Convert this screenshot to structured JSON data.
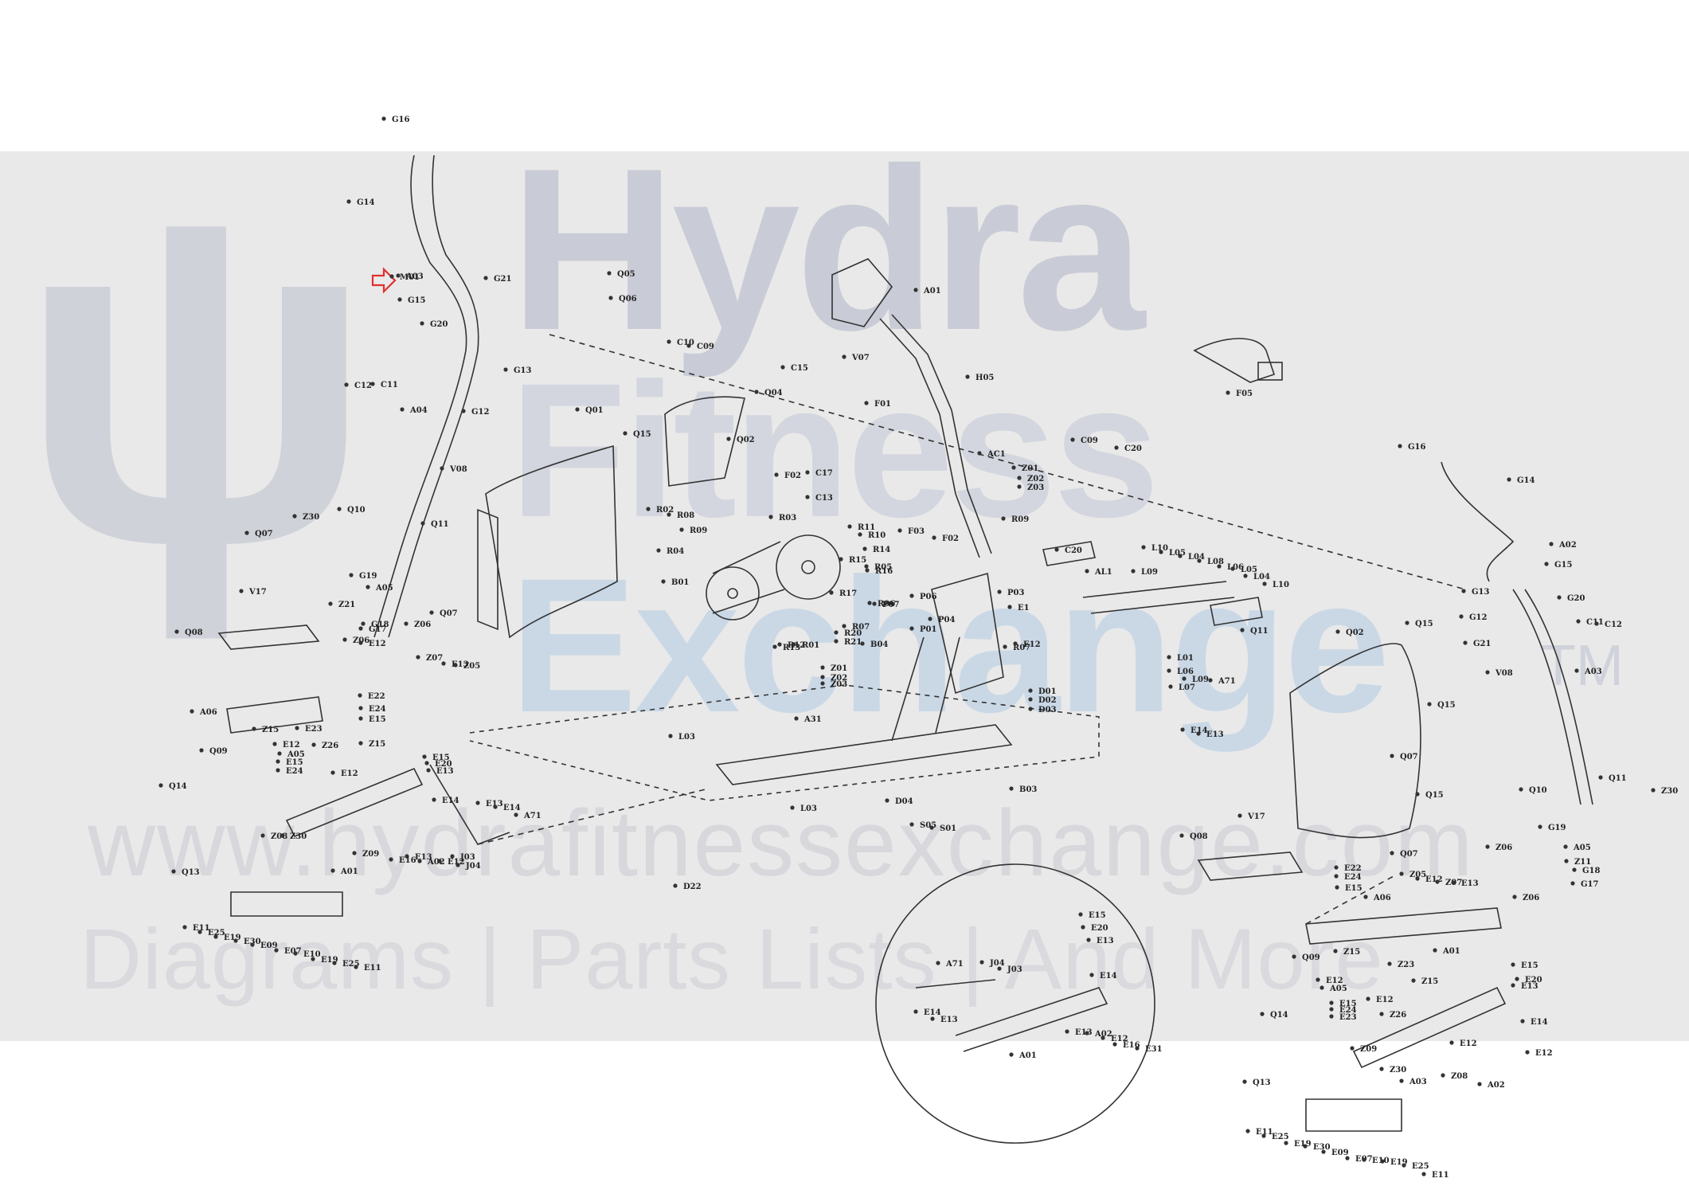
{
  "watermark": {
    "brand_top": "Hydra",
    "brand_middle": "Fitness",
    "brand_bottom": "Exchange",
    "trademark": "TM",
    "url": "www.hydrafitnessexchange.com",
    "tagline": "Diagrams | Parts Lists | And More",
    "logo_glyph": "ψ"
  },
  "diagram": {
    "highlight_arrow_color": "#e03030",
    "labels": [
      {
        "id": "p01",
        "text": "G16"
      },
      {
        "id": "p02",
        "text": "G14"
      },
      {
        "id": "p03",
        "text": "A03"
      },
      {
        "id": "p04",
        "text": "G15"
      },
      {
        "id": "p05",
        "text": "G21"
      },
      {
        "id": "p06",
        "text": "Q05"
      },
      {
        "id": "p07",
        "text": "Q06"
      },
      {
        "id": "p08",
        "text": "G20"
      },
      {
        "id": "p09",
        "text": "C10"
      },
      {
        "id": "p10",
        "text": "C09"
      },
      {
        "id": "p11",
        "text": "G13"
      },
      {
        "id": "p12",
        "text": "G12"
      },
      {
        "id": "p13",
        "text": "C11"
      },
      {
        "id": "p14",
        "text": "C12"
      },
      {
        "id": "p15",
        "text": "A04"
      },
      {
        "id": "p16",
        "text": "Q01"
      },
      {
        "id": "p17",
        "text": "Q15"
      },
      {
        "id": "p18",
        "text": "Q04"
      },
      {
        "id": "p19",
        "text": "Q02"
      },
      {
        "id": "p20",
        "text": "V08"
      },
      {
        "id": "p21",
        "text": "A01"
      },
      {
        "id": "p22",
        "text": "V07"
      },
      {
        "id": "p23",
        "text": "H05"
      },
      {
        "id": "p24",
        "text": "C15"
      },
      {
        "id": "p25",
        "text": "F01"
      },
      {
        "id": "p26",
        "text": "C17"
      },
      {
        "id": "p27",
        "text": "C13"
      },
      {
        "id": "p28",
        "text": "F02"
      },
      {
        "id": "p29",
        "text": "AC1"
      },
      {
        "id": "p30",
        "text": "C09"
      },
      {
        "id": "p31",
        "text": "C20"
      },
      {
        "id": "p32",
        "text": "Z01"
      },
      {
        "id": "p33",
        "text": "Z02"
      },
      {
        "id": "p34",
        "text": "Z03"
      },
      {
        "id": "p35",
        "text": "F05"
      },
      {
        "id": "p36",
        "text": "G16"
      },
      {
        "id": "p37",
        "text": "G14"
      },
      {
        "id": "p38",
        "text": "A02"
      },
      {
        "id": "p39",
        "text": "G15"
      },
      {
        "id": "p40",
        "text": "G20"
      },
      {
        "id": "p41",
        "text": "G13"
      },
      {
        "id": "p42",
        "text": "G12"
      },
      {
        "id": "p43",
        "text": "C11"
      },
      {
        "id": "p44",
        "text": "C12"
      },
      {
        "id": "p45",
        "text": "Q15"
      },
      {
        "id": "p46",
        "text": "G21"
      },
      {
        "id": "p47",
        "text": "V08"
      },
      {
        "id": "p48",
        "text": "A03"
      },
      {
        "id": "p49",
        "text": "Q02"
      },
      {
        "id": "p50",
        "text": "Q15"
      },
      {
        "id": "p51",
        "text": "Q07"
      },
      {
        "id": "p52",
        "text": "Q15"
      },
      {
        "id": "p53",
        "text": "Q10"
      },
      {
        "id": "p54",
        "text": "Q11"
      },
      {
        "id": "p55",
        "text": "Z30"
      },
      {
        "id": "p56",
        "text": "Z06"
      },
      {
        "id": "p57",
        "text": "G19"
      },
      {
        "id": "p58",
        "text": "A05"
      },
      {
        "id": "p59",
        "text": "Z11"
      },
      {
        "id": "p60",
        "text": "G18"
      },
      {
        "id": "p61",
        "text": "G17"
      },
      {
        "id": "p62",
        "text": "V17"
      },
      {
        "id": "p63",
        "text": "Q08"
      },
      {
        "id": "p64",
        "text": "Q07"
      },
      {
        "id": "p65",
        "text": "Z30"
      },
      {
        "id": "p66",
        "text": "Q10"
      },
      {
        "id": "p67",
        "text": "Q11"
      },
      {
        "id": "p68",
        "text": "Q07"
      },
      {
        "id": "p69",
        "text": "G19"
      },
      {
        "id": "p70",
        "text": "A05"
      },
      {
        "id": "p71",
        "text": "Z21"
      },
      {
        "id": "p72",
        "text": "G18"
      },
      {
        "id": "p73",
        "text": "G17"
      },
      {
        "id": "p74",
        "text": "Z06"
      },
      {
        "id": "p75",
        "text": "Q07"
      },
      {
        "id": "p76",
        "text": "V17"
      },
      {
        "id": "p77",
        "text": "Q08"
      },
      {
        "id": "p78",
        "text": "Z06"
      },
      {
        "id": "p79",
        "text": "E12"
      },
      {
        "id": "p80",
        "text": "Z07"
      },
      {
        "id": "p81",
        "text": "E13"
      },
      {
        "id": "p82",
        "text": "Z05"
      },
      {
        "id": "p83",
        "text": "E22"
      },
      {
        "id": "p84",
        "text": "E24"
      },
      {
        "id": "p85",
        "text": "E15"
      },
      {
        "id": "p86",
        "text": "A06"
      },
      {
        "id": "p87",
        "text": "Q09"
      },
      {
        "id": "p88",
        "text": "Z15"
      },
      {
        "id": "p89",
        "text": "E12"
      },
      {
        "id": "p90",
        "text": "A05"
      },
      {
        "id": "p91",
        "text": "E15"
      },
      {
        "id": "p92",
        "text": "E24"
      },
      {
        "id": "p93",
        "text": "E23"
      },
      {
        "id": "p94",
        "text": "Z26"
      },
      {
        "id": "p95",
        "text": "E12"
      },
      {
        "id": "p96",
        "text": "Z15"
      },
      {
        "id": "p97",
        "text": "Q14"
      },
      {
        "id": "p98",
        "text": "Q13"
      },
      {
        "id": "p99",
        "text": "Z08"
      },
      {
        "id": "p100",
        "text": "Z30"
      },
      {
        "id": "p101",
        "text": "E15"
      },
      {
        "id": "p102",
        "text": "E20"
      },
      {
        "id": "p103",
        "text": "E13"
      },
      {
        "id": "p104",
        "text": "E14"
      },
      {
        "id": "p105",
        "text": "A01"
      },
      {
        "id": "p106",
        "text": "E13"
      },
      {
        "id": "p107",
        "text": "E14"
      },
      {
        "id": "p108",
        "text": "A71"
      },
      {
        "id": "p109",
        "text": "J04"
      },
      {
        "id": "p110",
        "text": "J03"
      },
      {
        "id": "p111",
        "text": "E12"
      },
      {
        "id": "p112",
        "text": "A02"
      },
      {
        "id": "p113",
        "text": "E13"
      },
      {
        "id": "p114",
        "text": "E16"
      },
      {
        "id": "p115",
        "text": "Z09"
      },
      {
        "id": "p116",
        "text": "E11"
      },
      {
        "id": "p117",
        "text": "E25"
      },
      {
        "id": "p118",
        "text": "E19"
      },
      {
        "id": "p119",
        "text": "E30"
      },
      {
        "id": "p120",
        "text": "E09"
      },
      {
        "id": "p121",
        "text": "E07"
      },
      {
        "id": "p122",
        "text": "E10"
      },
      {
        "id": "p123",
        "text": "E19"
      },
      {
        "id": "p124",
        "text": "E25"
      },
      {
        "id": "p125",
        "text": "E11"
      },
      {
        "id": "p126",
        "text": "R03"
      },
      {
        "id": "p127",
        "text": "R02"
      },
      {
        "id": "p128",
        "text": "R08"
      },
      {
        "id": "p129",
        "text": "R09"
      },
      {
        "id": "p130",
        "text": "R04"
      },
      {
        "id": "p131",
        "text": "B01"
      },
      {
        "id": "p132",
        "text": "R10"
      },
      {
        "id": "p133",
        "text": "R11"
      },
      {
        "id": "p134",
        "text": "R14"
      },
      {
        "id": "p135",
        "text": "R15"
      },
      {
        "id": "p136",
        "text": "R05"
      },
      {
        "id": "p137",
        "text": "R16"
      },
      {
        "id": "p138",
        "text": "R06"
      },
      {
        "id": "p139",
        "text": "R13"
      },
      {
        "id": "p140",
        "text": "R01"
      },
      {
        "id": "p141",
        "text": "R12"
      },
      {
        "id": "p142",
        "text": "R17"
      },
      {
        "id": "p143",
        "text": "R20"
      },
      {
        "id": "p144",
        "text": "R21"
      },
      {
        "id": "p145",
        "text": "R07"
      },
      {
        "id": "p146",
        "text": "R09"
      },
      {
        "id": "p147",
        "text": "F03"
      },
      {
        "id": "p148",
        "text": "F02"
      },
      {
        "id": "p149",
        "text": "P06"
      },
      {
        "id": "p150",
        "text": "P07"
      },
      {
        "id": "p151",
        "text": "P01"
      },
      {
        "id": "p152",
        "text": "P04"
      },
      {
        "id": "p153",
        "text": "P03"
      },
      {
        "id": "p154",
        "text": "B04"
      },
      {
        "id": "p155",
        "text": "E1"
      },
      {
        "id": "p156",
        "text": "R07"
      },
      {
        "id": "p157",
        "text": "E12"
      },
      {
        "id": "p158",
        "text": "Z01"
      },
      {
        "id": "p159",
        "text": "Z02"
      },
      {
        "id": "p160",
        "text": "Z03"
      },
      {
        "id": "p161",
        "text": "D01"
      },
      {
        "id": "p162",
        "text": "D02"
      },
      {
        "id": "p163",
        "text": "D03"
      },
      {
        "id": "p164",
        "text": "A31"
      },
      {
        "id": "p165",
        "text": "L03"
      },
      {
        "id": "p166",
        "text": "L03"
      },
      {
        "id": "p167",
        "text": "B03"
      },
      {
        "id": "p168",
        "text": "S05"
      },
      {
        "id": "p169",
        "text": "S01"
      },
      {
        "id": "p170",
        "text": "D22"
      },
      {
        "id": "p171",
        "text": "D04"
      },
      {
        "id": "p172",
        "text": "C20"
      },
      {
        "id": "p173",
        "text": "AL1"
      },
      {
        "id": "p174",
        "text": "L10"
      },
      {
        "id": "p175",
        "text": "L05"
      },
      {
        "id": "p176",
        "text": "L04"
      },
      {
        "id": "p177",
        "text": "L09"
      },
      {
        "id": "p178",
        "text": "L08"
      },
      {
        "id": "p179",
        "text": "L06"
      },
      {
        "id": "p180",
        "text": "L04"
      },
      {
        "id": "p181",
        "text": "L05"
      },
      {
        "id": "p182",
        "text": "L10"
      },
      {
        "id": "p183",
        "text": "L01"
      },
      {
        "id": "p184",
        "text": "L06"
      },
      {
        "id": "p185",
        "text": "L07"
      },
      {
        "id": "p186",
        "text": "L09"
      },
      {
        "id": "p187",
        "text": "Q11"
      },
      {
        "id": "p188",
        "text": "A71"
      },
      {
        "id": "p189",
        "text": "E14"
      },
      {
        "id": "p190",
        "text": "E13"
      },
      {
        "id": "p191",
        "text": "E22"
      },
      {
        "id": "p192",
        "text": "E24"
      },
      {
        "id": "p193",
        "text": "E15"
      },
      {
        "id": "p194",
        "text": "Z05"
      },
      {
        "id": "p195",
        "text": "E12"
      },
      {
        "id": "p196",
        "text": "Z07"
      },
      {
        "id": "p197",
        "text": "E13"
      },
      {
        "id": "p198",
        "text": "Z06"
      },
      {
        "id": "p199",
        "text": "A06"
      },
      {
        "id": "p200",
        "text": "Q09"
      },
      {
        "id": "p201",
        "text": "Z15"
      },
      {
        "id": "p202",
        "text": "A01"
      },
      {
        "id": "p203",
        "text": "Z23"
      },
      {
        "id": "p204",
        "text": "E12"
      },
      {
        "id": "p205",
        "text": "A05"
      },
      {
        "id": "p206",
        "text": "E15"
      },
      {
        "id": "p207",
        "text": "E24"
      },
      {
        "id": "p208",
        "text": "E23"
      },
      {
        "id": "p209",
        "text": "Z26"
      },
      {
        "id": "p210",
        "text": "E12"
      },
      {
        "id": "p211",
        "text": "Z15"
      },
      {
        "id": "p212",
        "text": "Q14"
      },
      {
        "id": "p213",
        "text": "E15"
      },
      {
        "id": "p214",
        "text": "E20"
      },
      {
        "id": "p215",
        "text": "E13"
      },
      {
        "id": "p216",
        "text": "E14"
      },
      {
        "id": "p217",
        "text": "Q13"
      },
      {
        "id": "p218",
        "text": "Z09"
      },
      {
        "id": "p219",
        "text": "A03"
      },
      {
        "id": "p220",
        "text": "Z30"
      },
      {
        "id": "p221",
        "text": "Z08"
      },
      {
        "id": "p222",
        "text": "E12"
      },
      {
        "id": "p223",
        "text": "A02"
      },
      {
        "id": "p224",
        "text": "E12"
      },
      {
        "id": "p225",
        "text": "E11"
      },
      {
        "id": "p226",
        "text": "E25"
      },
      {
        "id": "p227",
        "text": "E19"
      },
      {
        "id": "p228",
        "text": "E30"
      },
      {
        "id": "p229",
        "text": "E09"
      },
      {
        "id": "p230",
        "text": "E07"
      },
      {
        "id": "p231",
        "text": "E10"
      },
      {
        "id": "p232",
        "text": "E19"
      },
      {
        "id": "p233",
        "text": "E25"
      },
      {
        "id": "p234",
        "text": "E11"
      },
      {
        "id": "p235",
        "text": "E15"
      },
      {
        "id": "p236",
        "text": "E20"
      },
      {
        "id": "p237",
        "text": "E13"
      },
      {
        "id": "p238",
        "text": "E14"
      },
      {
        "id": "p239",
        "text": "A71"
      },
      {
        "id": "p240",
        "text": "J04"
      },
      {
        "id": "p241",
        "text": "J03"
      },
      {
        "id": "p242",
        "text": "E14"
      },
      {
        "id": "p243",
        "text": "E13"
      },
      {
        "id": "p244",
        "text": "E13"
      },
      {
        "id": "p245",
        "text": "A02"
      },
      {
        "id": "p246",
        "text": "E12"
      },
      {
        "id": "p247",
        "text": "E16"
      },
      {
        "id": "p248",
        "text": "E31"
      },
      {
        "id": "p249",
        "text": "A01"
      },
      {
        "id": "p250",
        "text": "M01"
      }
    ]
  }
}
